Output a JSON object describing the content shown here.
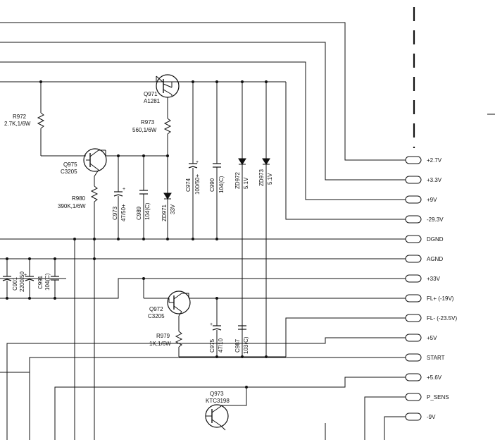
{
  "connector": {
    "pins": [
      {
        "key": "p27",
        "label": "+2.7V"
      },
      {
        "key": "p33",
        "label": "+3.3V"
      },
      {
        "key": "p9",
        "label": "+9V"
      },
      {
        "key": "m293",
        "label": "-29.3V"
      },
      {
        "key": "dgnd",
        "label": "DGND"
      },
      {
        "key": "agnd",
        "label": "AGND"
      },
      {
        "key": "p33v",
        "label": "+33V"
      },
      {
        "key": "flp",
        "label": "FL+  (-19V)"
      },
      {
        "key": "flm",
        "label": "FL-  (-23.5V)"
      },
      {
        "key": "p5",
        "label": "+5V"
      },
      {
        "key": "start",
        "label": "START"
      },
      {
        "key": "p56",
        "label": "+5.6V"
      },
      {
        "key": "psens",
        "label": "P_SENS"
      },
      {
        "key": "m9",
        "label": "-9V"
      }
    ]
  },
  "transistors": {
    "q971": {
      "ref": "Q971",
      "part": "A1281"
    },
    "q975": {
      "ref": "Q975",
      "part": "C3205"
    },
    "q972": {
      "ref": "Q972",
      "part": "C3205"
    },
    "q973": {
      "ref": "Q973",
      "part": "KTC3198"
    }
  },
  "resistors": {
    "r972": {
      "ref": "R972",
      "value": "2.7K,1/6W"
    },
    "r973": {
      "ref": "R973",
      "value": "560,1/6W"
    },
    "r980": {
      "ref": "R980",
      "value": "390K,1/6W"
    },
    "r979": {
      "ref": "R979",
      "value": "1K,1/6W"
    }
  },
  "capacitors": {
    "c974": {
      "ref": "C974",
      "value": "100/50+"
    },
    "c990": {
      "ref": "C990",
      "value": "104(C)"
    },
    "c973": {
      "ref": "C973",
      "value": "47/50+"
    },
    "c989": {
      "ref": "C989",
      "value": "104(C)"
    },
    "c975": {
      "ref": "C975",
      "value": "47/10"
    },
    "c987": {
      "ref": "C987",
      "value": "103(C)"
    },
    "c901": {
      "ref": "C901",
      "value": "2200/50"
    },
    "c991": {
      "ref": "C991",
      "value": "104(C)"
    }
  },
  "diodes": {
    "zd972": {
      "ref": "ZD972",
      "value": "5.1V"
    },
    "zd973": {
      "ref": "ZD973",
      "value": "5.1V"
    },
    "zd971": {
      "ref": "ZD971",
      "value": "33V"
    }
  },
  "plus_marks": {
    "c974": "+",
    "c973": "+",
    "c975": "+",
    "c901": "+"
  }
}
